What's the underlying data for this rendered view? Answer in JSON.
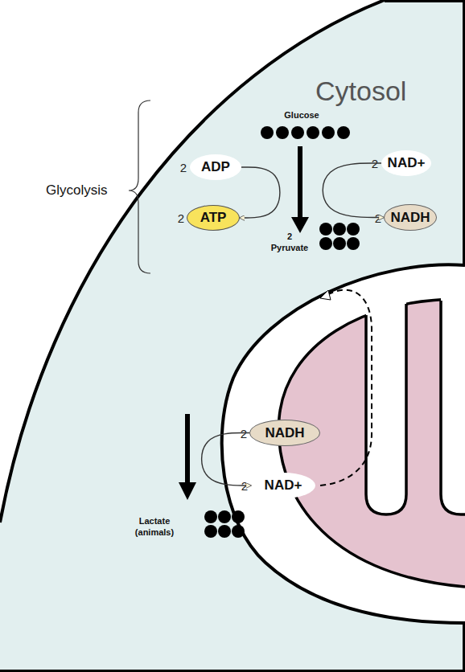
{
  "diagram": {
    "nodes": [
      {
        "text": [
          "2",
          "ADP"
        ]
      },
      {
        "text": [
          "2",
          "NAD+"
        ]
      },
      {
        "text": [
          "2",
          "ATP"
        ]
      },
      {
        "text": [
          "2",
          "NADH"
        ]
      },
      {
        "text": [
          "2",
          "NADH"
        ]
      },
      {
        "text": [
          "2",
          "NAD+"
        ]
      }
    ],
    "edges": [
      {
        "from": 0,
        "to": 2,
        "arrow": "to"
      },
      {
        "from": 1,
        "to": 3,
        "arrow": "to"
      },
      {
        "from": 4,
        "to": 5,
        "arrow": "to"
      }
    ],
    "labels": [
      "Glycolysis",
      "Cytosol",
      "Glucose",
      "2 Pyruvate",
      "Lactate (animals)"
    ]
  }
}
